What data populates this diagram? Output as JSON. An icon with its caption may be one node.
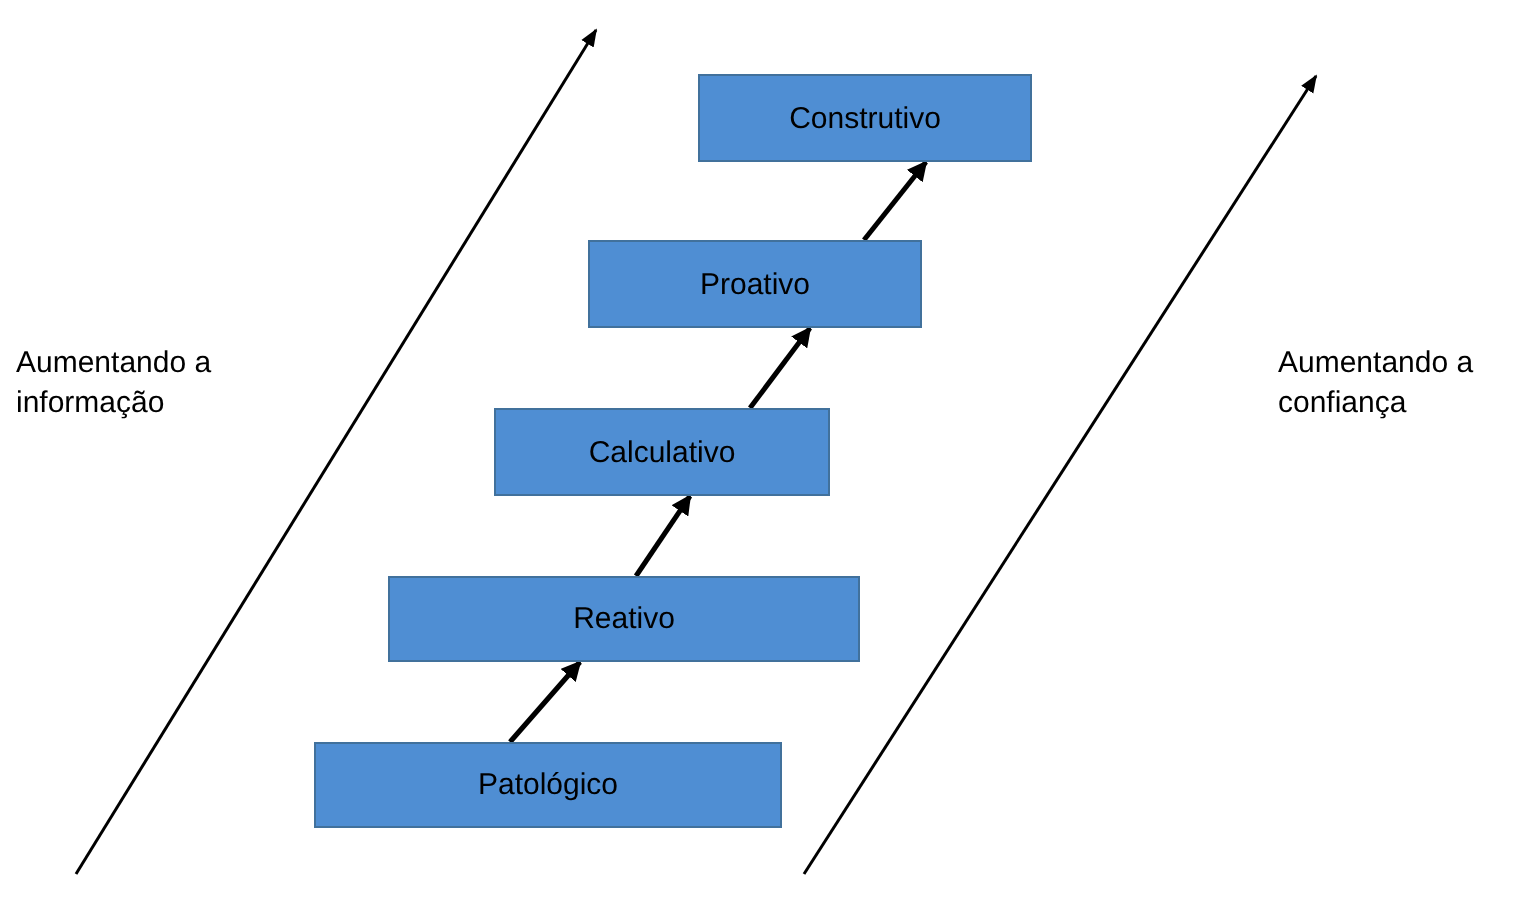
{
  "diagram": {
    "nodes": [
      {
        "text": [
          "Construtivo"
        ]
      },
      {
        "text": [
          "Proativo"
        ]
      },
      {
        "text": [
          "Calculativo"
        ]
      },
      {
        "text": [
          "Reativo"
        ]
      },
      {
        "text": [
          "Patológico"
        ]
      }
    ],
    "edges": [
      {
        "from": 4,
        "to": 3,
        "arrow": "to"
      },
      {
        "from": 3,
        "to": 2,
        "arrow": "to"
      },
      {
        "from": 2,
        "to": 1,
        "arrow": "to"
      },
      {
        "from": 1,
        "to": 0,
        "arrow": "to"
      }
    ],
    "labels": [
      "Aumentando a informação",
      "Aumentando a confiança"
    ]
  }
}
